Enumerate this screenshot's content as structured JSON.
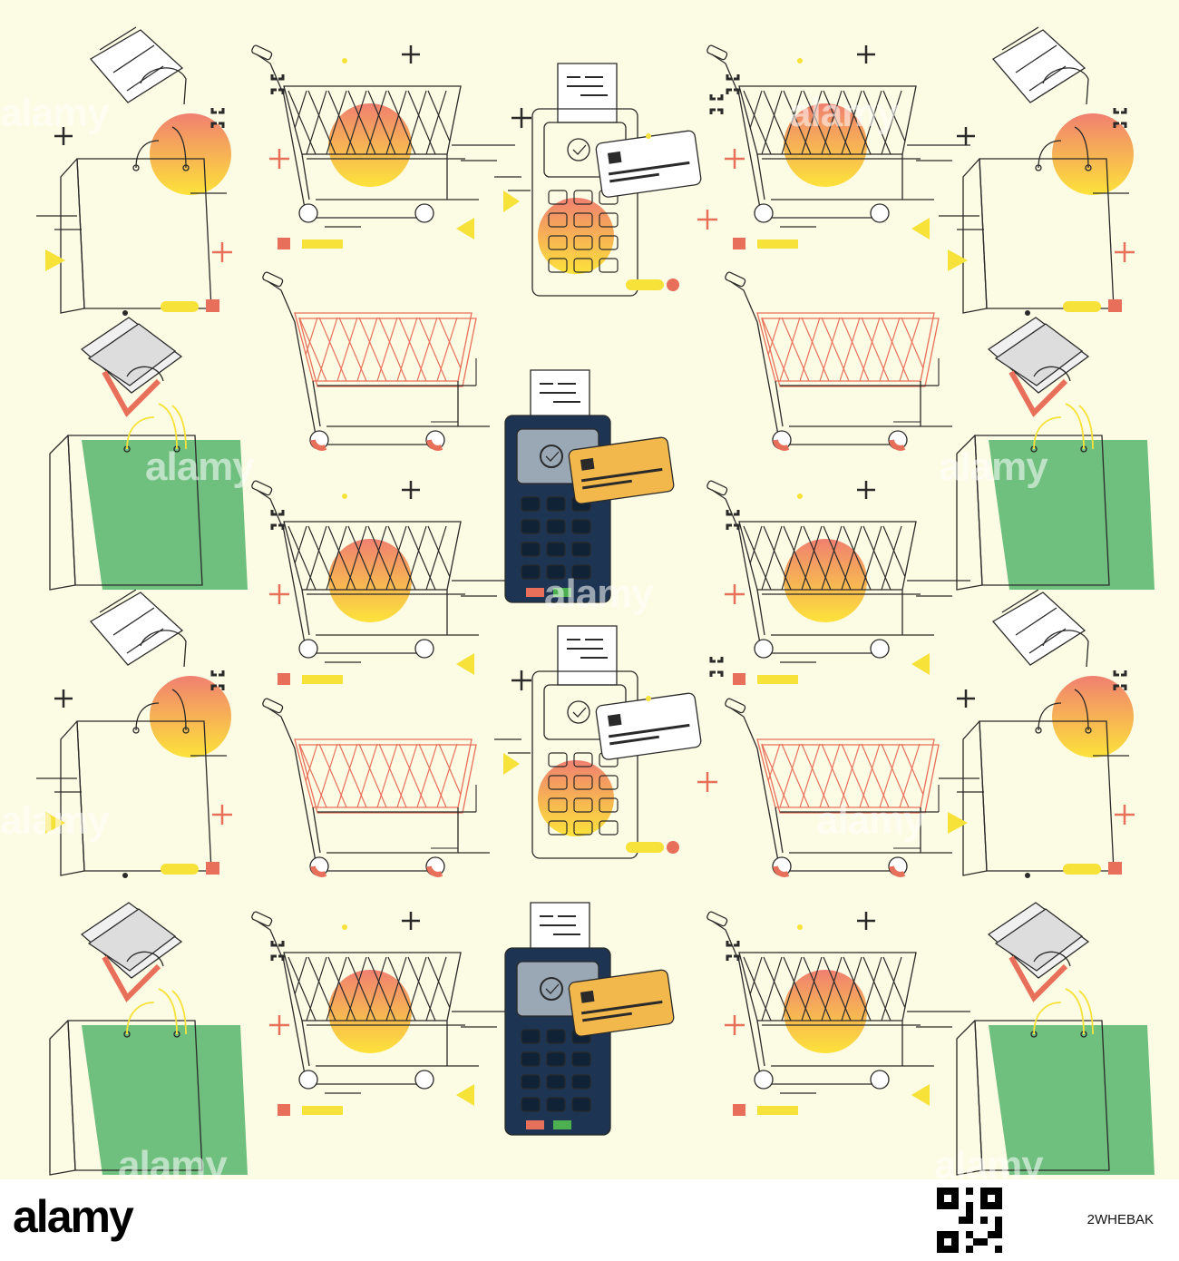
{
  "watermark": {
    "text": "alamy"
  },
  "footer": {
    "logo": "alamy",
    "image_id": "2WHEBAK"
  },
  "colors": {
    "background": "#fcfbe3",
    "line": "#2a2a2a",
    "green_bag": "#6fbf7e",
    "accent_red": "#e86f5a",
    "accent_yellow": "#f7e23a",
    "gradient_top": "#f08070",
    "gradient_bottom": "#fde33a",
    "terminal_dark": "#1d3552",
    "card_orange": "#f2b84b"
  },
  "icons": [
    "shopping-bag-outline-icon",
    "shopping-bag-green-icon",
    "shopping-cart-outline-icon",
    "shopping-cart-red-icon",
    "payment-terminal-outline-icon",
    "payment-terminal-dark-icon"
  ]
}
